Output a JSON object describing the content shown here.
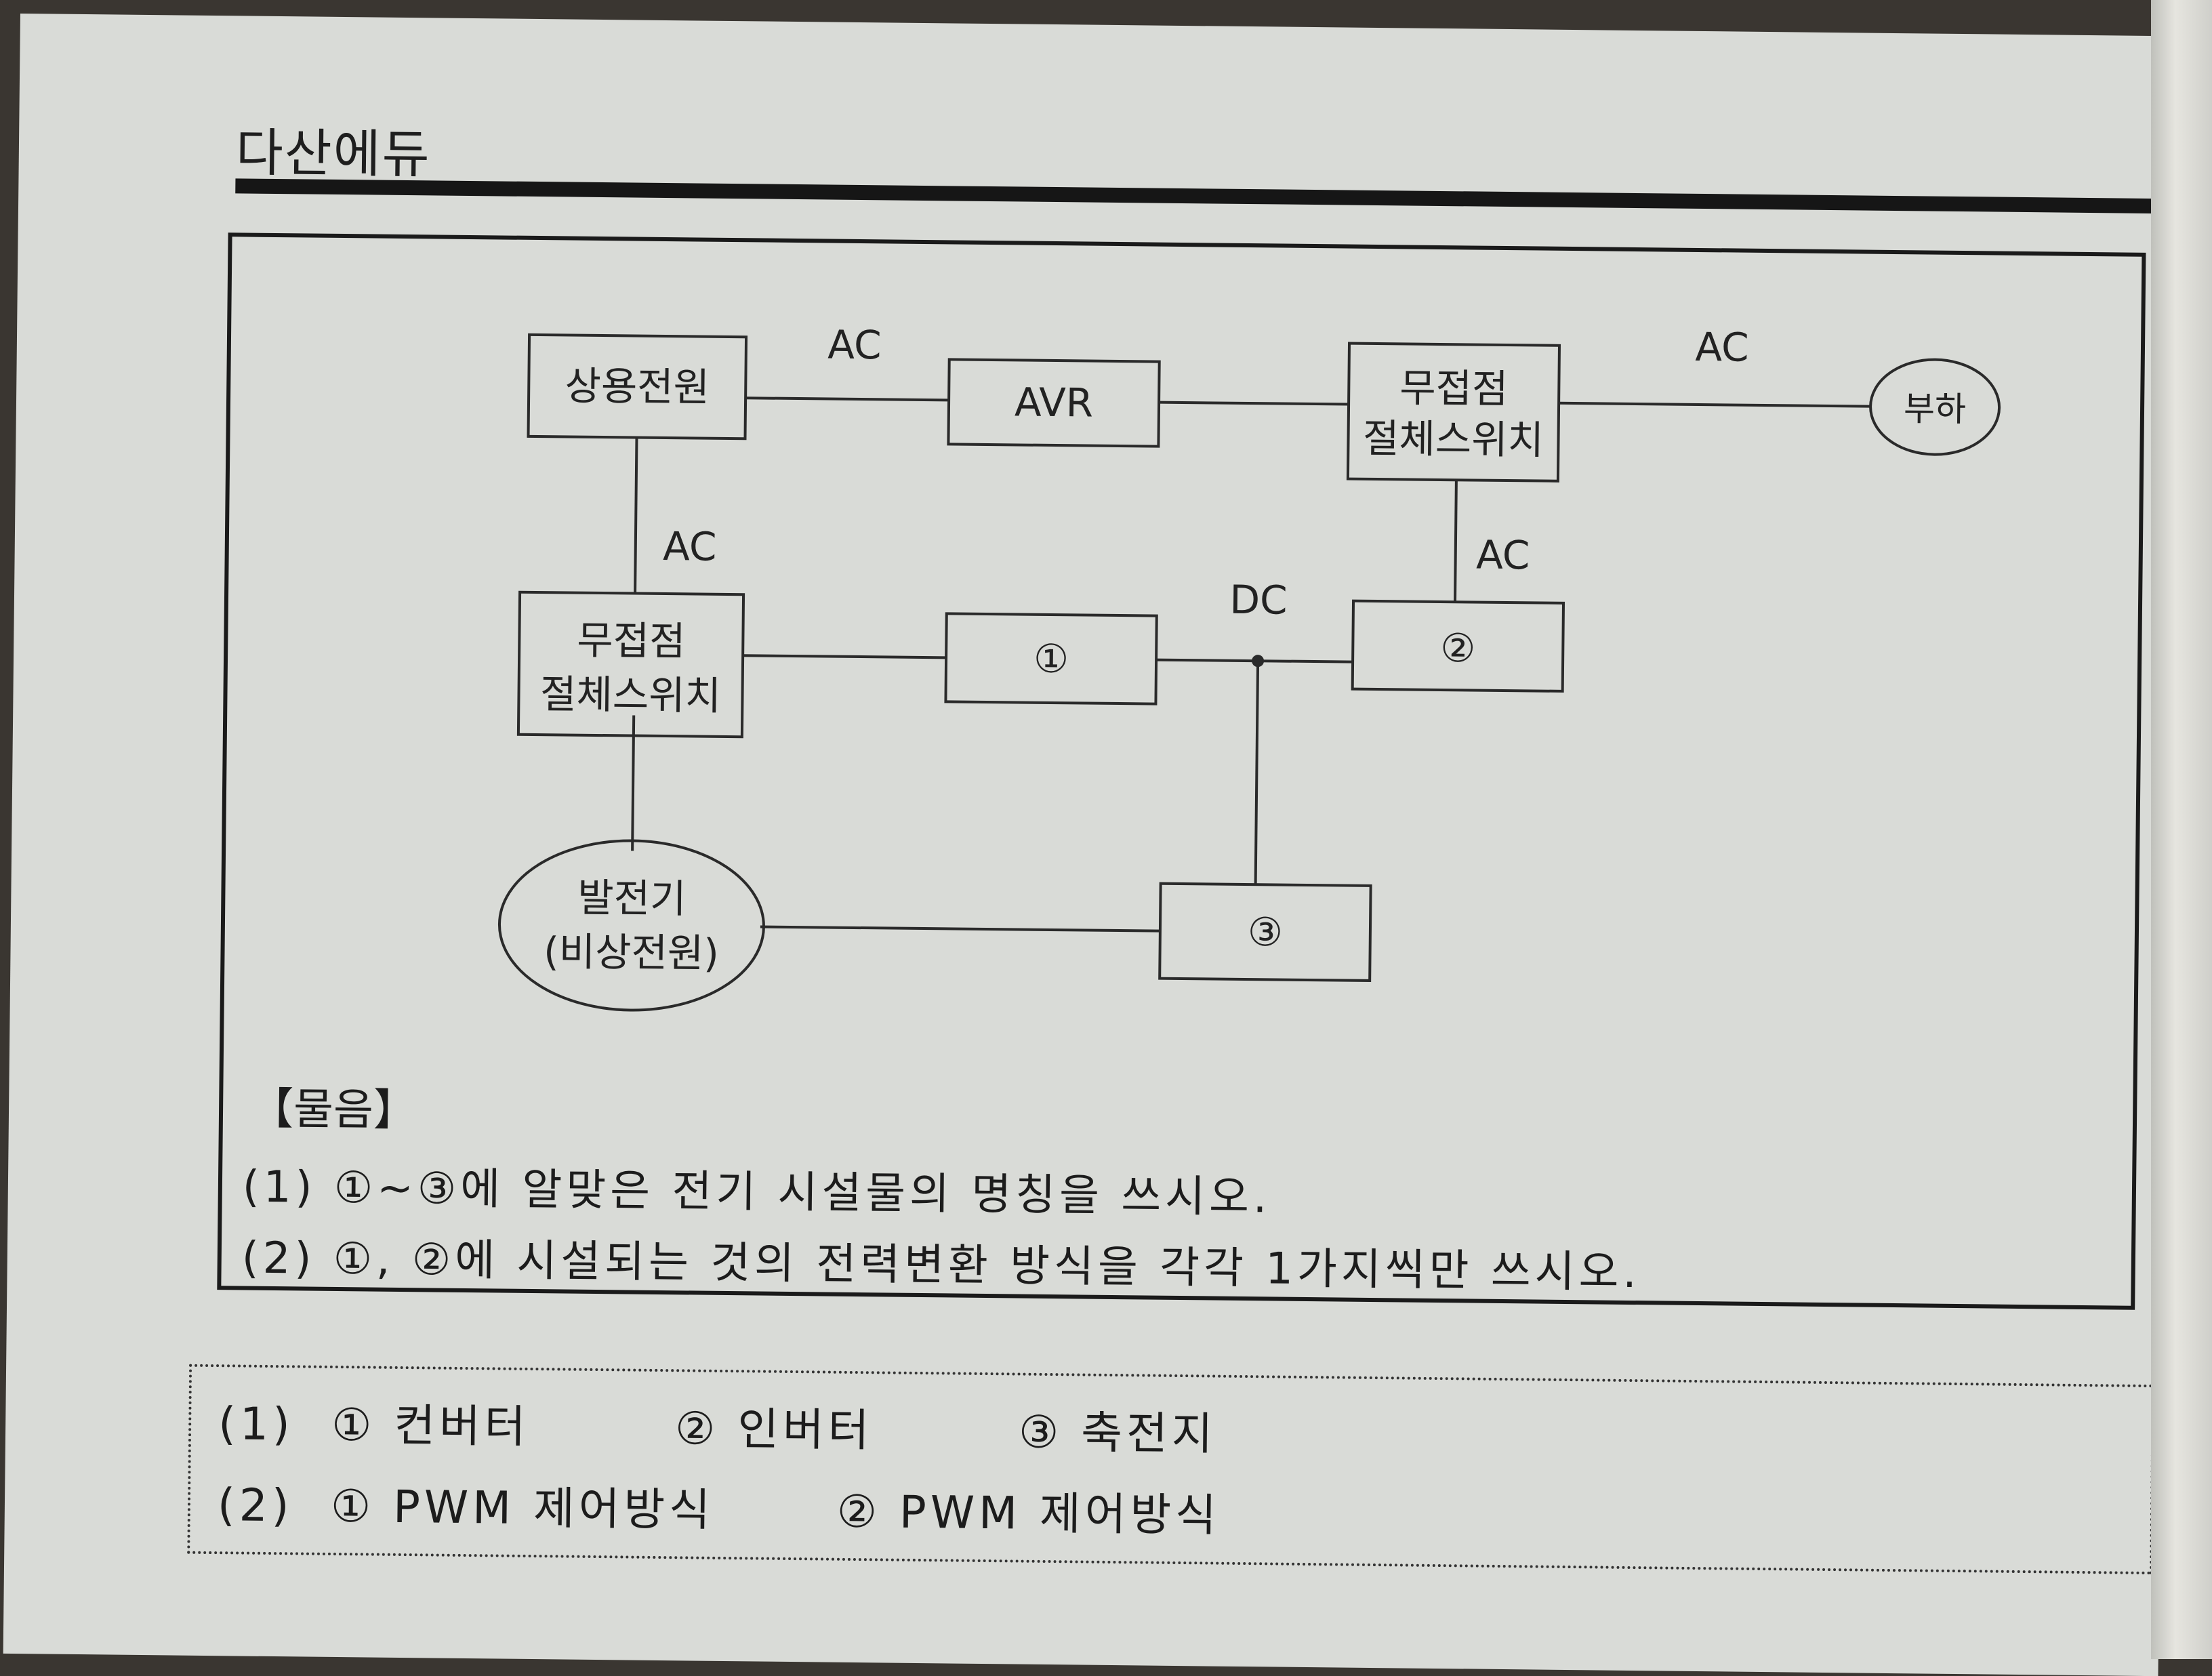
{
  "header": {
    "publisher": "다산에듀"
  },
  "diagram": {
    "nodes": {
      "commercial_power": "상용전원",
      "avr": "AVR",
      "static_switch_top": "무접점\n절체스위치",
      "load": "부하",
      "static_switch_left": "무접점\n절체스위치",
      "box1": "①",
      "box2": "②",
      "box3": "③",
      "generator": "발전기\n(비상전원)"
    },
    "labels": {
      "ac_top_left": "AC",
      "ac_top_right": "AC",
      "ac_left": "AC",
      "ac_right": "AC",
      "dc": "DC"
    }
  },
  "question": {
    "title": "【물음】",
    "items": [
      "(1) ①~③에 알맞은 전기 시설물의 명칭을 쓰시오.",
      "(2) ①, ②에 시설되는 것의 전력변환 방식을 각각 1가지씩만 쓰시오."
    ]
  },
  "answer": {
    "line1": {
      "prefix": "(1)",
      "items": [
        "① 컨버터",
        "② 인버터",
        "③ 축전지"
      ]
    },
    "line2": {
      "prefix": "(2)",
      "items": [
        "① PWM 제어방식",
        "② PWM 제어방식"
      ]
    }
  }
}
